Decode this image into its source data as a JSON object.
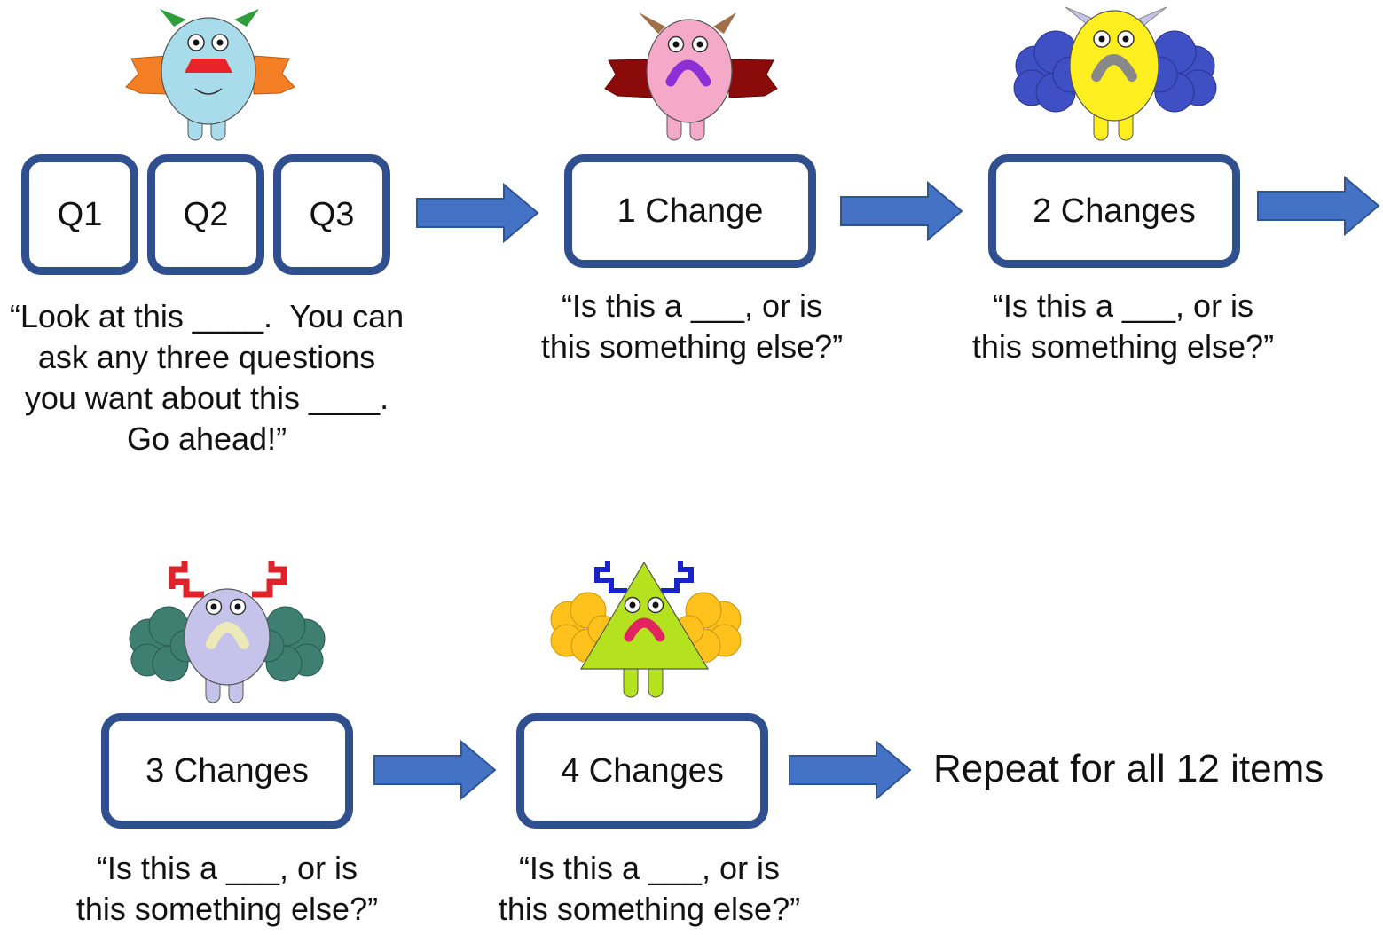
{
  "step1": {
    "boxes": [
      "Q1",
      "Q2",
      "Q3"
    ],
    "caption": [
      "“Look at this ____.  You can",
      "ask any three questions",
      "you want about this ____.",
      "Go ahead!”"
    ]
  },
  "step2": {
    "box": "1 Change",
    "caption": [
      "“Is this a ___, or is",
      "this something else?”"
    ]
  },
  "step3": {
    "box": "2 Changes",
    "caption": [
      "“Is this a ___, or is",
      "this something else?”"
    ]
  },
  "step4": {
    "box": "3 Changes",
    "caption": [
      "“Is this a ___, or is",
      "this something else?”"
    ]
  },
  "step5": {
    "box": "4 Changes",
    "caption": [
      "“Is this a ___, or is",
      "this something else?”"
    ]
  },
  "repeat_text": "Repeat for all 12 items",
  "colors": {
    "box_border": "#2f4f8f",
    "arrow": "#4472c4",
    "monster1": "#a8dcea",
    "monster2": "#f4a9c8",
    "monster3": "#ffef20",
    "monster4": "#c6c3ea",
    "monster5": "#b5e21f"
  }
}
